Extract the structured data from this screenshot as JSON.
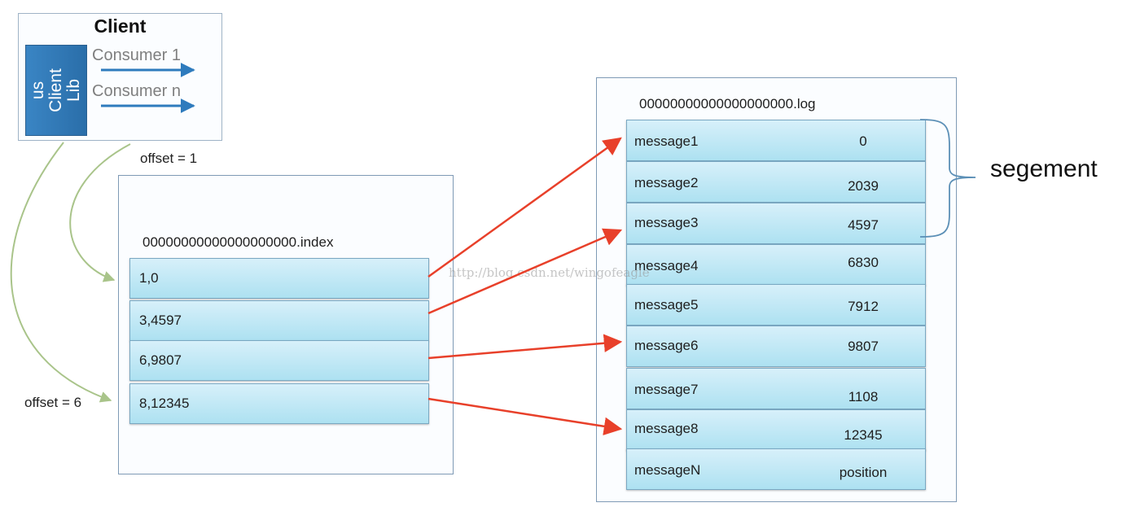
{
  "client": {
    "title": "Client",
    "lib_label": "us\nClient\nLib",
    "consumers": [
      "Consumer 1",
      "Consumer n"
    ]
  },
  "offset_labels": [
    "offset = 1",
    "offset = 6"
  ],
  "index_file": {
    "name": "00000000000000000000.index",
    "entries": [
      "1,0",
      "3,4597",
      "6,9807",
      "8,12345"
    ]
  },
  "log_file": {
    "name": "00000000000000000000.log",
    "messages": [
      {
        "name": "message1",
        "position": "0"
      },
      {
        "name": "message2",
        "position": "2039"
      },
      {
        "name": "message3",
        "position": "4597"
      },
      {
        "name": "message4",
        "position": "6830"
      },
      {
        "name": "message5",
        "position": "7912"
      },
      {
        "name": "message6",
        "position": "9807"
      },
      {
        "name": "message7",
        "position": "1108"
      },
      {
        "name": "message8",
        "position": "12345"
      },
      {
        "name": "messageN",
        "position": "position"
      }
    ]
  },
  "segment_label": "segement",
  "watermark": "http://blog.csdn.net/wingofeagle",
  "colors": {
    "pointer_arrow": "#e8402a",
    "consumer_arrow": "#2e7bbd",
    "offset_curve": "#a9c48a",
    "row_fill": "#c4e9f6",
    "client_lib": "#2f78b8"
  }
}
